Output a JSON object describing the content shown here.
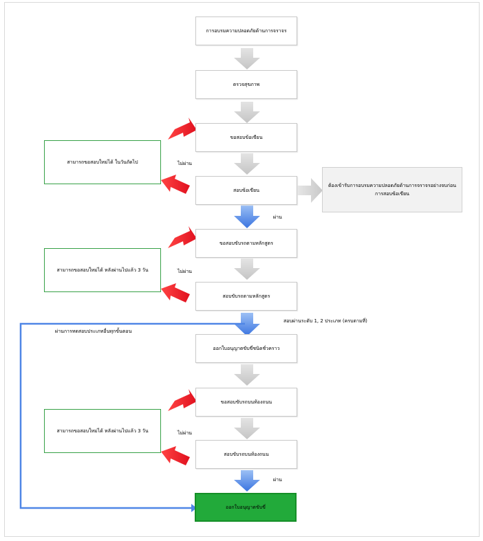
{
  "steps": {
    "s1": "การอบรมความปลอดภัยด้านการจราจร",
    "s2": "ตรวจสุขภาพ",
    "s3": "ขอสอบข้อเขียน",
    "s4": "สอบข้อเขียน",
    "s5": "ขอสอบขับรถตามหลักสูตร",
    "s6": "สอบขับรถตามหลักสูตร",
    "s7": "ออกใบอนุญาตขับขี่ชนิดชั่วคราว",
    "s8": "ขอสอบขับรถบนท้องถนน",
    "s9": "สอบขับรถบนท้องถนน",
    "s10": "ออกใบอนุญาตขับขี่"
  },
  "notes": {
    "n1": "สามารถขอสอบใหม่ได้ ในวันถัดไป",
    "n2": "สามารถขอสอบใหม่ได้ หลังผ่านไปแล้ว 3 วัน",
    "n3": "สามารถขอสอบใหม่ได้ หลังผ่านไปแล้ว 3 วัน",
    "side": "ต้องเข้ารับการอบรมความปลอดภัยด้านการจราจรอย่างจบก่อนการสอบข้อเขียน"
  },
  "labels": {
    "fail1": "ไม่ผ่าน",
    "fail2": "ไม่ผ่าน",
    "fail3": "ไม่ผ่าน",
    "pass1": "ผ่าน",
    "pass2": "ผ่าน",
    "pass_conditions": "สอบผ่านระดับ 1, 2 ประเภท (ครบตามที่)",
    "bypass": "ผ่านการทดสอบประเภทอื่นทุกขั้นตอน"
  },
  "colors": {
    "gray_arrow": "#cfcfcf",
    "blue_arrow": "#4f86e6",
    "red_arrow": "#ee1c2e",
    "green_border": "#35a045",
    "final_fill": "#22aa3a",
    "bypass_line": "#4f86e6"
  }
}
